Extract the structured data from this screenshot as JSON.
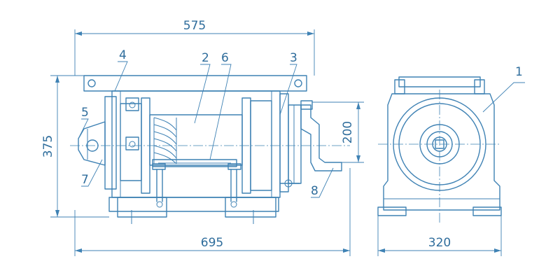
{
  "colors": {
    "line": "#3f82b4",
    "text": "#2f6d9c",
    "background": "#ffffff"
  },
  "dimensions": {
    "overall_top": "575",
    "overall_bottom": "695",
    "height_left": "375",
    "handle_offset": "200",
    "side_width": "320"
  },
  "callouts": {
    "c1": "1",
    "c2": "2",
    "c3": "3",
    "c4": "4",
    "c5": "5",
    "c6": "6",
    "c7": "7",
    "c8": "8"
  }
}
